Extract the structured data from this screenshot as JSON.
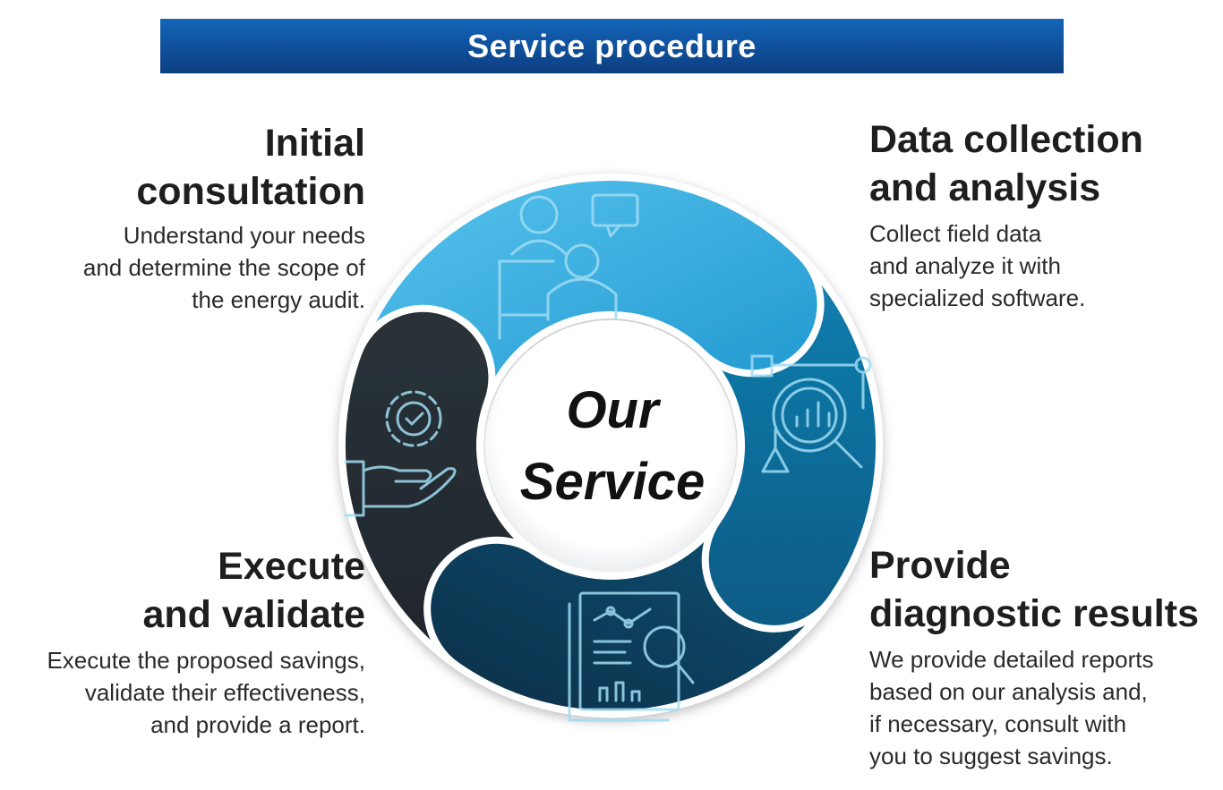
{
  "banner": {
    "title": "Service procedure"
  },
  "center": {
    "line1": "Our",
    "line2": "Service"
  },
  "steps": [
    {
      "title_lines": [
        "Initial",
        "consultation"
      ],
      "desc_lines": [
        "Understand your needs",
        "and determine the scope of",
        "the energy audit."
      ],
      "icon": "consultation-people-icon"
    },
    {
      "title_lines": [
        "Data collection",
        "and analysis"
      ],
      "desc_lines": [
        "Collect field data",
        "and analyze it with",
        "specialized software."
      ],
      "icon": "data-analysis-magnifier-icon"
    },
    {
      "title_lines": [
        "Provide",
        "diagnostic results"
      ],
      "desc_lines": [
        "We provide detailed reports",
        "based on our analysis and,",
        "if necessary, consult with",
        "you to suggest savings."
      ],
      "icon": "report-document-icon"
    },
    {
      "title_lines": [
        "Execute",
        "and validate"
      ],
      "desc_lines": [
        "Execute the proposed savings,",
        "validate their effectiveness,",
        "and provide a report."
      ],
      "icon": "gear-hand-icon"
    }
  ],
  "colors": {
    "banner": "#0f4f9a",
    "segment_consult": "#35b1e1",
    "segment_data": "#0f6f9c",
    "segment_results": "#0b4463",
    "segment_execute": "#262d33",
    "icon_stroke": "#9fdcf3"
  }
}
